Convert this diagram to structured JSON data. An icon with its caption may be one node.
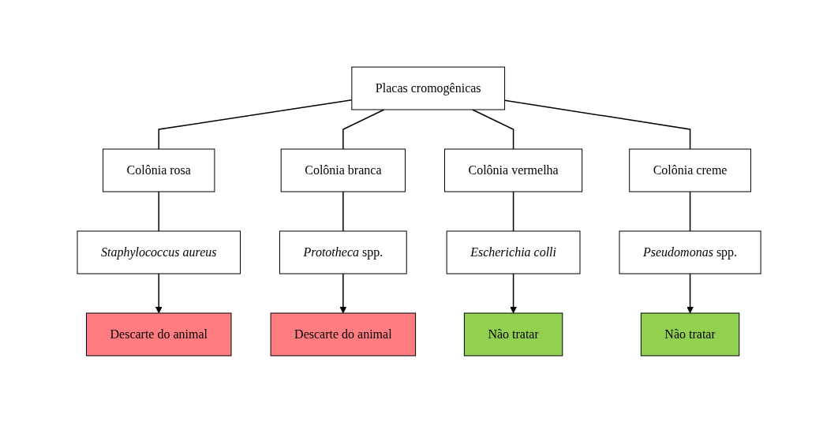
{
  "diagram": {
    "nodes": [
      {
        "text": [
          "Placas cromogênicas"
        ]
      },
      {
        "text": [
          "Colônia rosa"
        ]
      },
      {
        "text": [
          "Colônia branca"
        ]
      },
      {
        "text": [
          "Colônia vermelha"
        ]
      },
      {
        "text": [
          "Colônia creme"
        ]
      },
      {
        "text": [
          "Staphylococcus aureus"
        ]
      },
      {
        "text": [
          "*Prototheca* spp."
        ]
      },
      {
        "text": [
          "Escherichia colli"
        ]
      },
      {
        "text": [
          "*Pseudomonas* spp."
        ]
      },
      {
        "text": [
          "Descarte do animal"
        ]
      },
      {
        "text": [
          "Descarte do animal"
        ]
      },
      {
        "text": [
          "Não tratar"
        ]
      },
      {
        "text": [
          "Não tratar"
        ]
      }
    ],
    "edges": [
      {
        "from": 0,
        "to": 1,
        "arrow": "none"
      },
      {
        "from": 0,
        "to": 2,
        "arrow": "none"
      },
      {
        "from": 0,
        "to": 3,
        "arrow": "none"
      },
      {
        "from": 0,
        "to": 4,
        "arrow": "none"
      },
      {
        "from": 1,
        "to": 5,
        "arrow": "none"
      },
      {
        "from": 2,
        "to": 6,
        "arrow": "none"
      },
      {
        "from": 3,
        "to": 7,
        "arrow": "none"
      },
      {
        "from": 4,
        "to": 8,
        "arrow": "none"
      },
      {
        "from": 5,
        "to": 9,
        "arrow": "to"
      },
      {
        "from": 6,
        "to": 10,
        "arrow": "to"
      },
      {
        "from": 7,
        "to": 11,
        "arrow": "to"
      },
      {
        "from": 8,
        "to": 12,
        "arrow": "to"
      }
    ]
  }
}
